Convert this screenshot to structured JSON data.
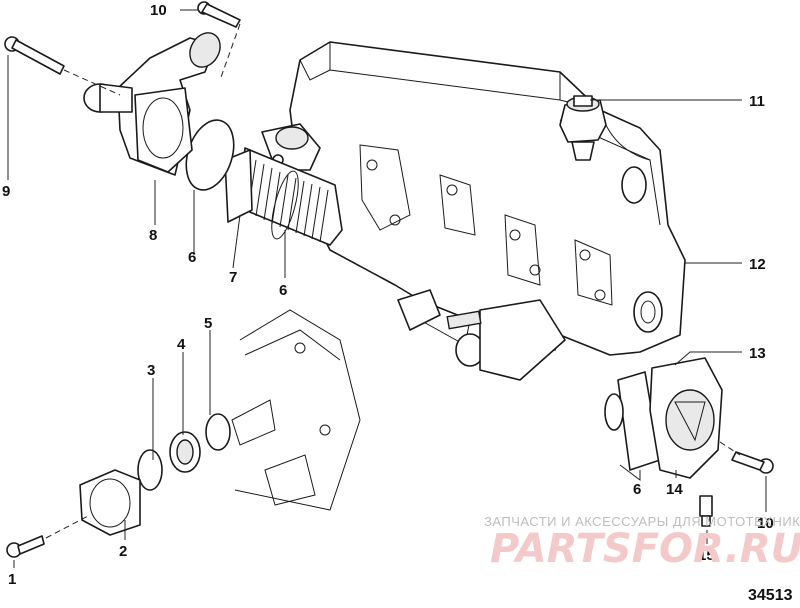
{
  "callouts": [
    {
      "id": "c1",
      "label": "1"
    },
    {
      "id": "c2",
      "label": "2"
    },
    {
      "id": "c3",
      "label": "3"
    },
    {
      "id": "c4",
      "label": "4"
    },
    {
      "id": "c5",
      "label": "5"
    },
    {
      "id": "c6a",
      "label": "6"
    },
    {
      "id": "c6b",
      "label": "6"
    },
    {
      "id": "c6c",
      "label": "6"
    },
    {
      "id": "c7",
      "label": "7"
    },
    {
      "id": "c8",
      "label": "8"
    },
    {
      "id": "c9",
      "label": "9"
    },
    {
      "id": "c10a",
      "label": "10"
    },
    {
      "id": "c10b",
      "label": "10"
    },
    {
      "id": "c11",
      "label": "11"
    },
    {
      "id": "c12",
      "label": "12"
    },
    {
      "id": "c13",
      "label": "13"
    },
    {
      "id": "c14",
      "label": "14"
    },
    {
      "id": "c15",
      "label": "15"
    }
  ],
  "reference_number": "34513",
  "watermark": {
    "caption": "ЗАПЧАСТИ И АКСЕССУАРЫ ДЛЯ МОТОТЕХНИКИ",
    "logo": "PARTSFOR.RU"
  }
}
